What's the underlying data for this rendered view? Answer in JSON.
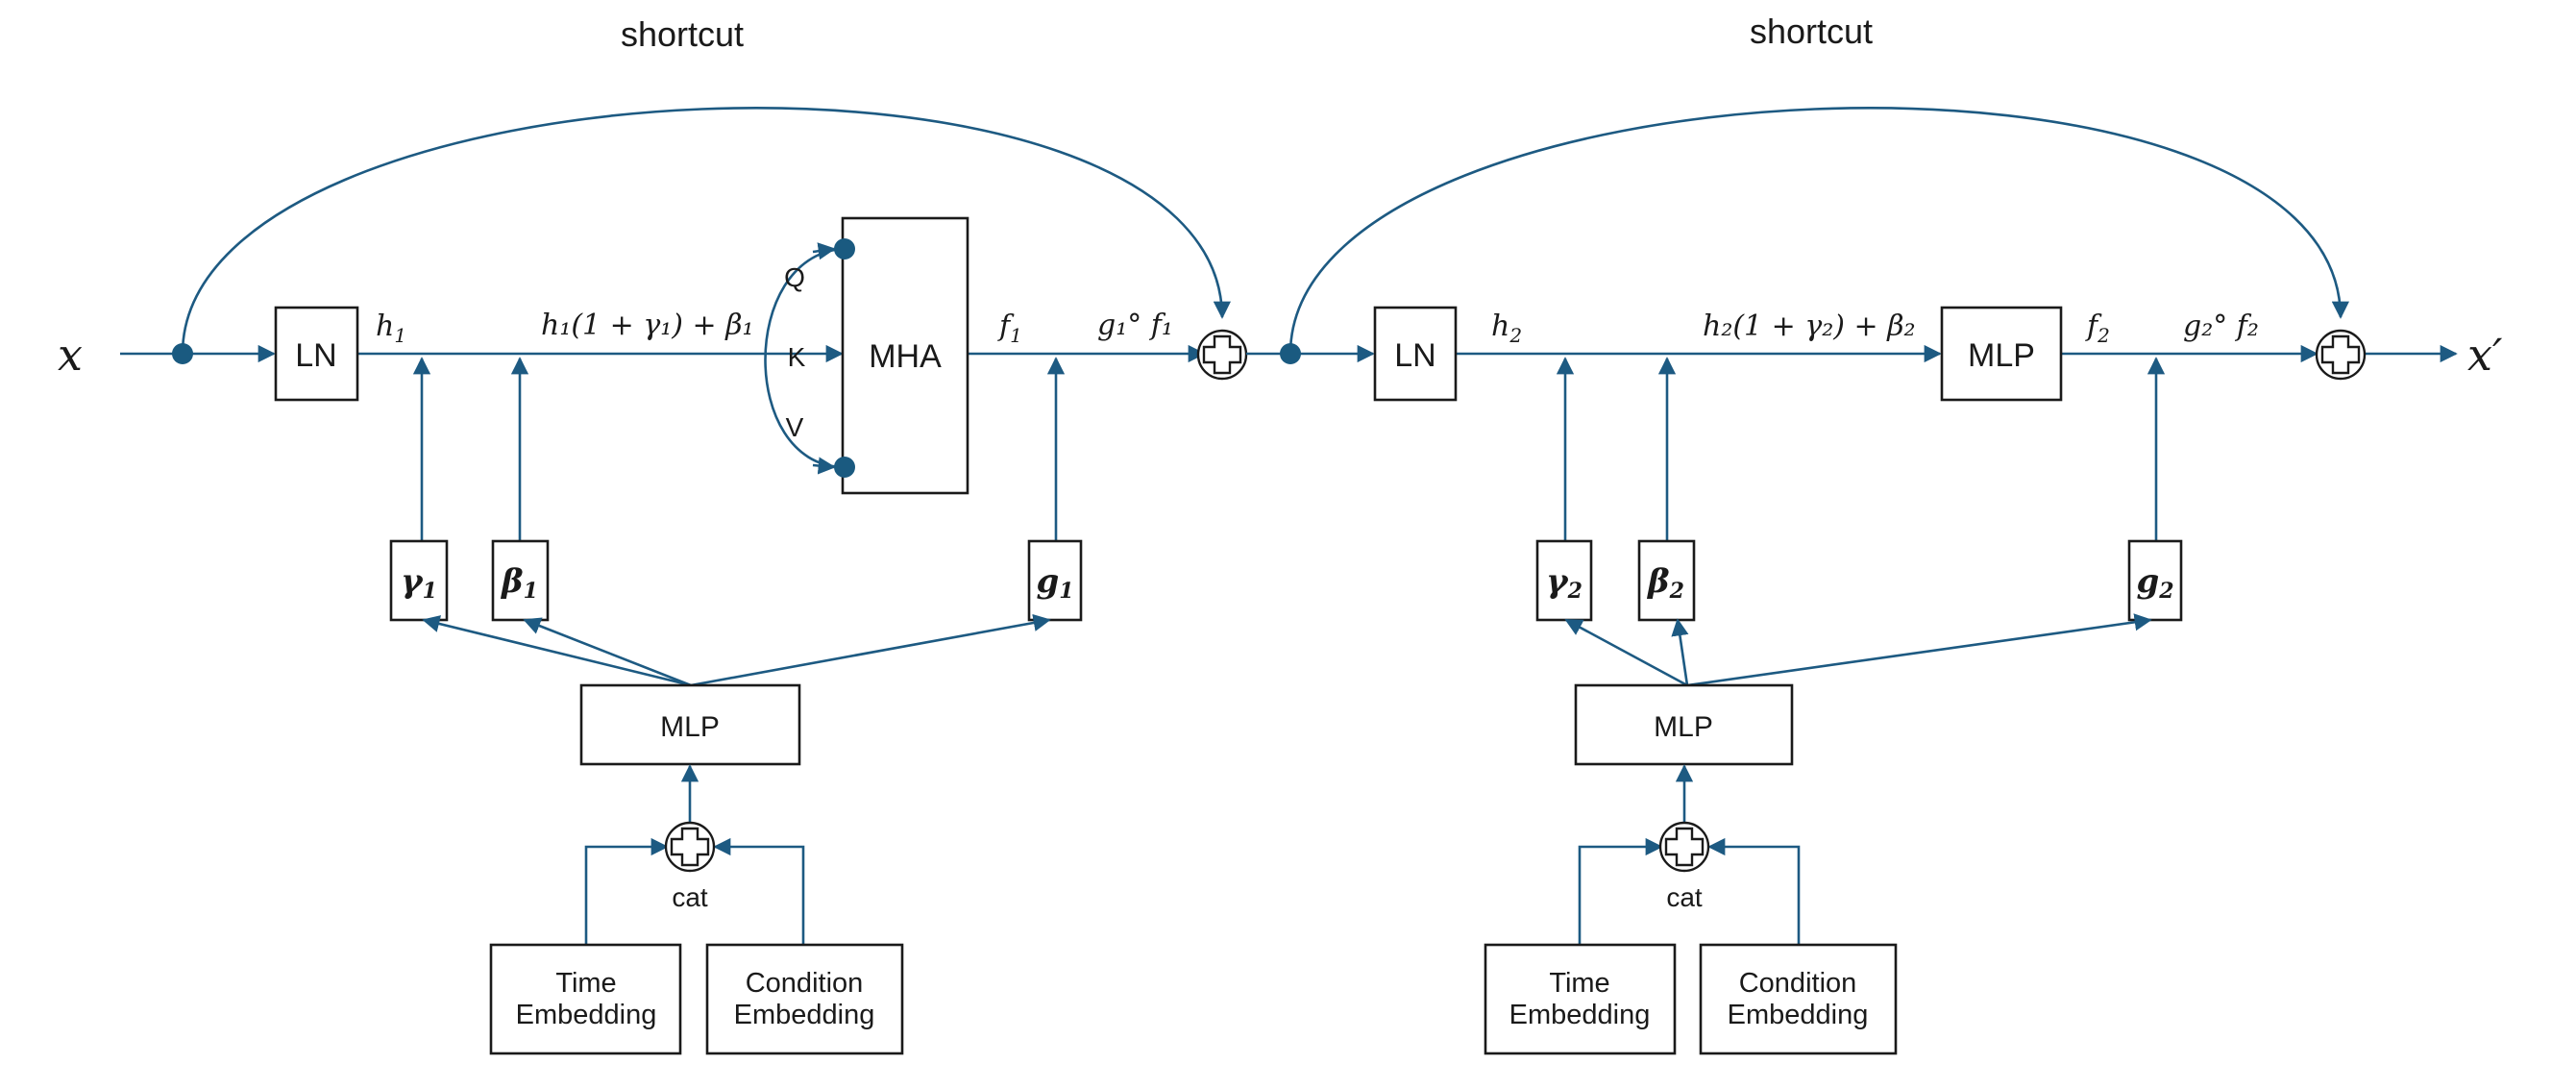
{
  "input_label": "x",
  "output_label": "x′",
  "blocks": [
    {
      "shortcut_label": "shortcut",
      "ln_label": "LN",
      "h_label": "h",
      "h_sub": "1",
      "modulated_label": "h₁(1 + γ₁) + β₁",
      "main_op_label": "MHA",
      "qkv": [
        "Q",
        "K",
        "V"
      ],
      "f_label": "f",
      "f_sub": "1",
      "gated_label": "g₁° f₁",
      "gamma_label": "γ",
      "beta_label": "β",
      "g_label": "g",
      "param_sub": "1",
      "mlp_label": "MLP",
      "cat_label": "cat",
      "time_embedding": [
        "Time",
        "Embedding"
      ],
      "condition_embedding": [
        "Condition",
        "Embedding"
      ]
    },
    {
      "shortcut_label": "shortcut",
      "ln_label": "LN",
      "h_label": "h",
      "h_sub": "2",
      "modulated_label": "h₂(1 + γ₂) + β₂",
      "main_op_label": "MLP",
      "f_label": "f",
      "f_sub": "2",
      "gated_label": "g₂° f₂",
      "gamma_label": "γ",
      "beta_label": "β",
      "g_label": "g",
      "param_sub": "2",
      "mlp_label": "MLP",
      "cat_label": "cat",
      "time_embedding": [
        "Time",
        "Embedding"
      ],
      "condition_embedding": [
        "Condition",
        "Embedding"
      ]
    }
  ],
  "colors": {
    "line": "#1d5a82",
    "node": "#1a5a80",
    "box_stroke": "#1a1a1a"
  }
}
